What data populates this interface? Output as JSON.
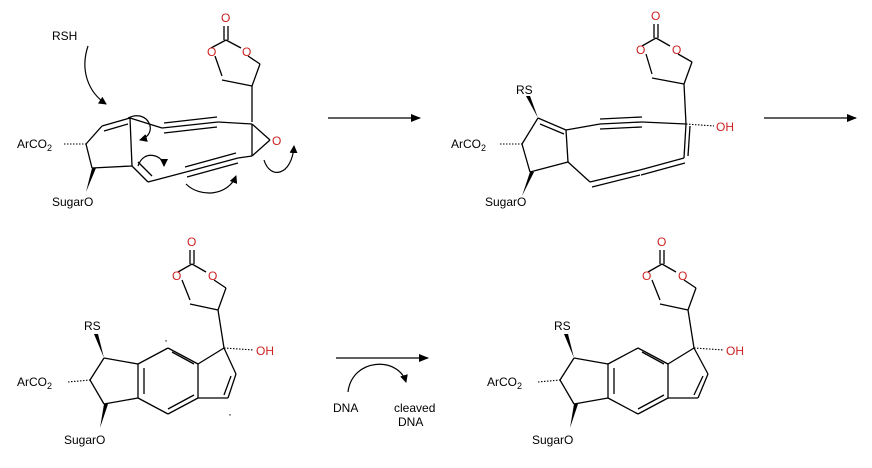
{
  "labels": {
    "rsh": "RSH",
    "rs": "RS",
    "arco2": "ArCO",
    "arco2_sub": "2",
    "sugaro": "SugarO",
    "oh": "OH",
    "o": "O",
    "dna": "DNA",
    "cleaved_line1": "cleaved",
    "cleaved_line2": "DNA",
    "radical": "·"
  },
  "colors": {
    "heteroatom": "#cc2222",
    "bond": "#000000"
  }
}
